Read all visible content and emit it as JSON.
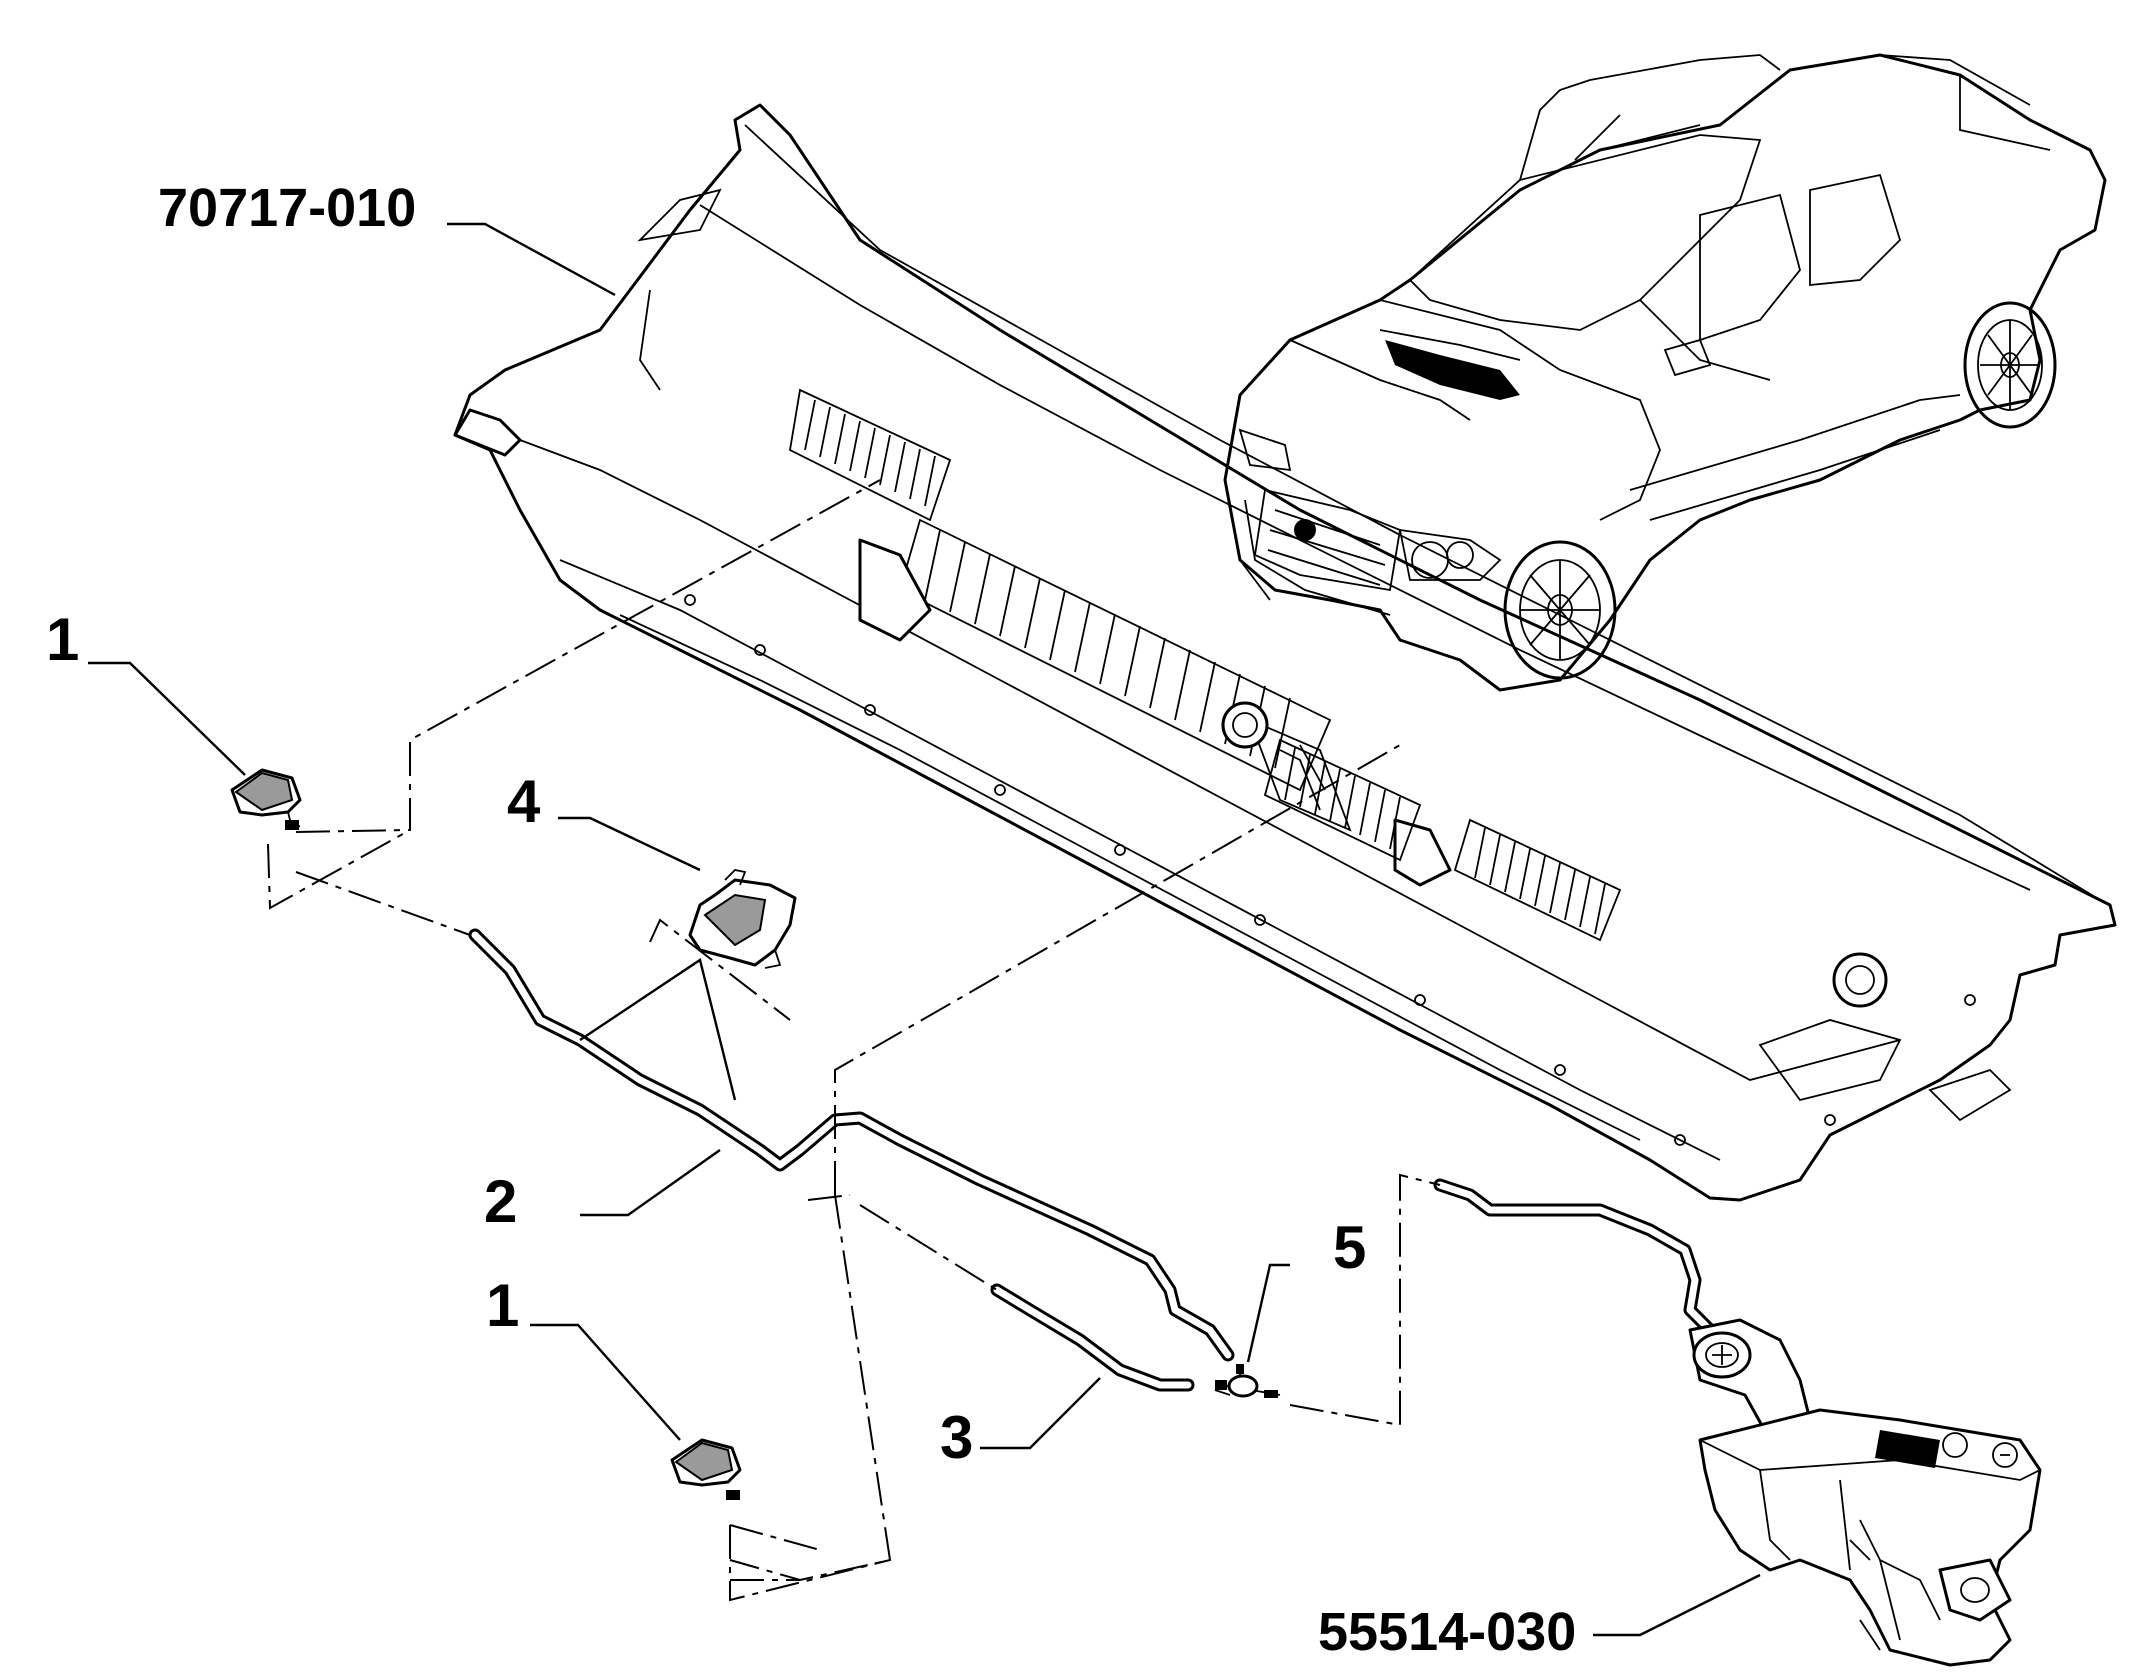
{
  "labels": {
    "cowl_panel": "70717-010",
    "nozzle_left": "1",
    "nozzle_right": "1",
    "hose_long": "2",
    "hose_short": "3",
    "clip": "4",
    "connector": "5",
    "reservoir": "55514-030"
  }
}
